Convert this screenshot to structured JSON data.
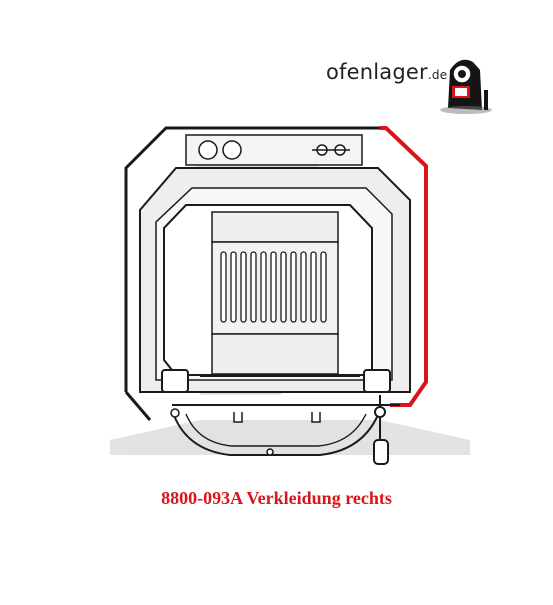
{
  "logo": {
    "name": "ofenlager",
    "tld": ".de"
  },
  "caption": "8800-093A Verkleidung rechts",
  "colors": {
    "caption": "#d9141b",
    "highlight": "#d9141b",
    "line": "#1a1a1a",
    "fill": "#f0f0f0",
    "shadow": "#dadada"
  }
}
